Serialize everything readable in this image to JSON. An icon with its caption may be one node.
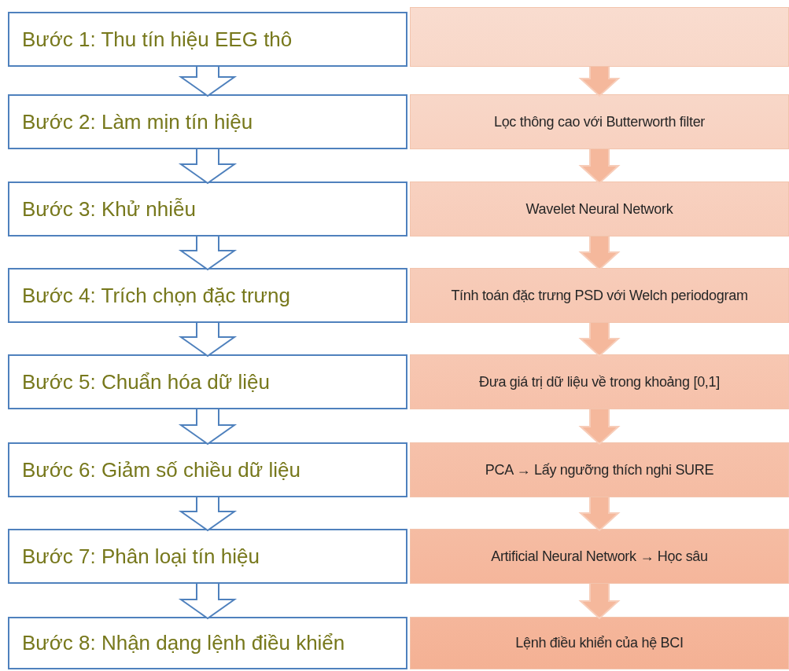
{
  "diagram": {
    "nodes": [
      {
        "text": [
          "Bước 1: Thu tín hiệu EEG thô"
        ]
      },
      {
        "text": [
          "Bước 2: Làm mịn tín hiệu"
        ]
      },
      {
        "text": [
          "Bước 3: Khử nhiễu"
        ]
      },
      {
        "text": [
          "Bước 4: Trích chọn đặc trưng"
        ]
      },
      {
        "text": [
          "Bước 5: Chuẩn hóa dữ liệu"
        ]
      },
      {
        "text": [
          "Bước 6: Giảm số chiều dữ liệu"
        ]
      },
      {
        "text": [
          "Bước 7: Phân loại tín hiệu"
        ]
      },
      {
        "text": [
          "Bước 8: Nhận dạng lệnh điều khiển"
        ]
      },
      {
        "text": [],
        "shape": "box"
      },
      {
        "text": [
          "Lọc thông cao với Butterworth filter"
        ]
      },
      {
        "text": [
          "Wavelet Neural Network"
        ]
      },
      {
        "text": [
          "Tính toán đặc trưng PSD với Welch periodogram"
        ]
      },
      {
        "text": [
          "Đưa giá trị dữ liệu về trong khoảng [0,1]"
        ]
      },
      {
        "text": [
          "PCA → Lấy ngưỡng thích nghi SURE"
        ]
      },
      {
        "text": [
          "Artificial Neural Network → Học sâu"
        ]
      },
      {
        "text": [
          "Lệnh điều khiển của hệ BCI"
        ]
      }
    ],
    "edges": [
      {
        "from": 0,
        "to": 1,
        "arrow": "to"
      },
      {
        "from": 1,
        "to": 2,
        "arrow": "to"
      },
      {
        "from": 2,
        "to": 3,
        "arrow": "to"
      },
      {
        "from": 3,
        "to": 4,
        "arrow": "to"
      },
      {
        "from": 4,
        "to": 5,
        "arrow": "to"
      },
      {
        "from": 5,
        "to": 6,
        "arrow": "to"
      },
      {
        "from": 6,
        "to": 7,
        "arrow": "to"
      },
      {
        "from": 8,
        "to": 9,
        "arrow": "to"
      },
      {
        "from": 9,
        "to": 10,
        "arrow": "to"
      },
      {
        "from": 10,
        "to": 11,
        "arrow": "to"
      },
      {
        "from": 11,
        "to": 12,
        "arrow": "to"
      },
      {
        "from": 12,
        "to": 13,
        "arrow": "to"
      },
      {
        "from": 13,
        "to": 14,
        "arrow": "to"
      },
      {
        "from": 14,
        "to": 15,
        "arrow": "to"
      }
    ]
  }
}
